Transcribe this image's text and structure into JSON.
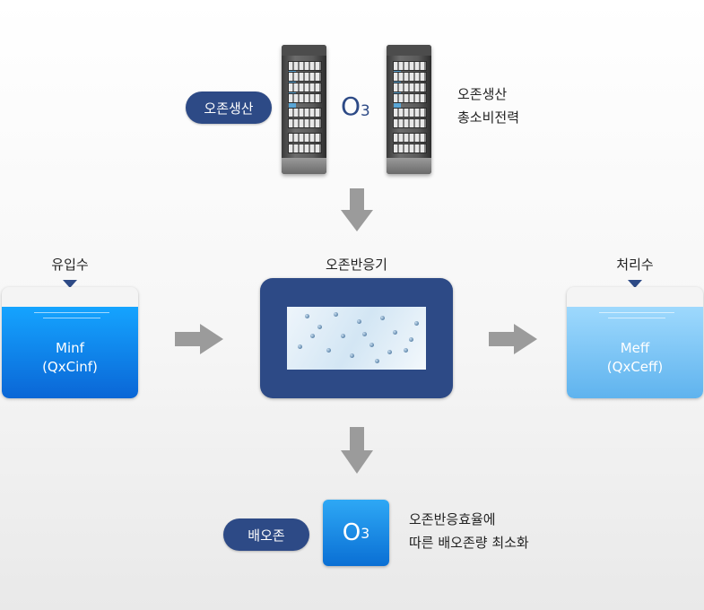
{
  "top": {
    "pill_label": "오존생산",
    "o3_symbol": "O",
    "o3_subscript": "3",
    "note_line1": "오존생산",
    "note_line2": "총소비전력"
  },
  "middle": {
    "inflow_label": "유입수",
    "inflow_tank_line1": "Minf",
    "inflow_tank_line2": "(QxCinf)",
    "reactor_label": "오존반응기",
    "outflow_label": "처리수",
    "outflow_tank_line1": "Meff",
    "outflow_tank_line2": "(QxCeff)"
  },
  "bottom": {
    "pill_label": "배오존",
    "o3_symbol": "O",
    "o3_subscript": "3",
    "note_line1": "오존반응효율에",
    "note_line2": "따른 배오존량 최소화"
  },
  "colors": {
    "navy": "#2d4a86",
    "arrow_gray": "#9b9b9b",
    "inflow_blue": "#0a7ff0",
    "outflow_blue": "#8cd0fb"
  }
}
